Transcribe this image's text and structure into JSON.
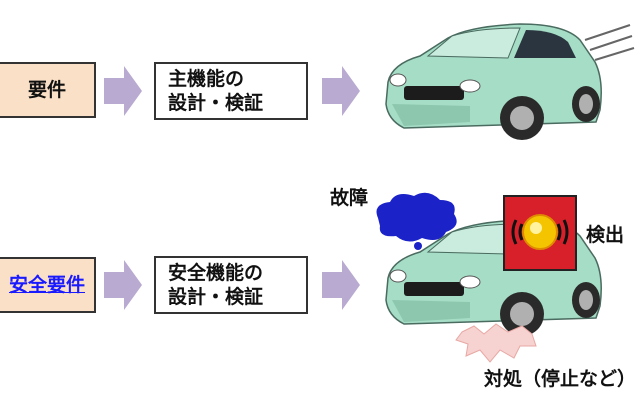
{
  "row1": {
    "requirement": "要件",
    "function_line1": "主機能の",
    "function_line2": "設計・検証"
  },
  "row2": {
    "requirement": "安全要件",
    "function_line1": "安全機能の",
    "function_line2": "設計・検証"
  },
  "labels": {
    "fault": "故障",
    "detect": "検出",
    "response": "対処（停止など）"
  },
  "colors": {
    "requirement_fill": "#fbe0c8",
    "arrow": "#b8aad0",
    "car_body": "#a6ddc6",
    "cloud": "#1a22c8",
    "alarm_red": "#d8202a",
    "burst": "#f6d2d0",
    "link": "#1a1aff"
  }
}
